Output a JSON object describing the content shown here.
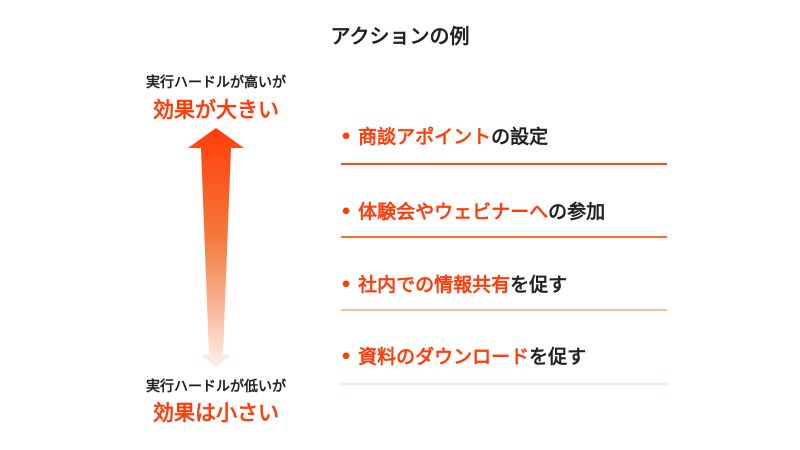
{
  "title": "アクションの例",
  "top_label": {
    "small": "実行ハードルが高いが",
    "big": "効果が大きい"
  },
  "bottom_label": {
    "small": "実行ハードルが低いが",
    "big": "効果は小さい"
  },
  "bullet": "•",
  "items": [
    {
      "highlight": "商談アポイント",
      "rest": "の設定"
    },
    {
      "highlight": "体験会やウェビナーへ",
      "rest": "の参加"
    },
    {
      "highlight": "社内での情報共有",
      "rest": "を促す"
    },
    {
      "highlight": "資料のダウンロード",
      "rest": "を促す"
    }
  ],
  "colors": {
    "accent": "#ff3d0a",
    "text": "#222222",
    "rules": [
      "#ff4a1a",
      "#ff6a2a",
      "#ffb9a0",
      "#ffe6dd"
    ]
  }
}
